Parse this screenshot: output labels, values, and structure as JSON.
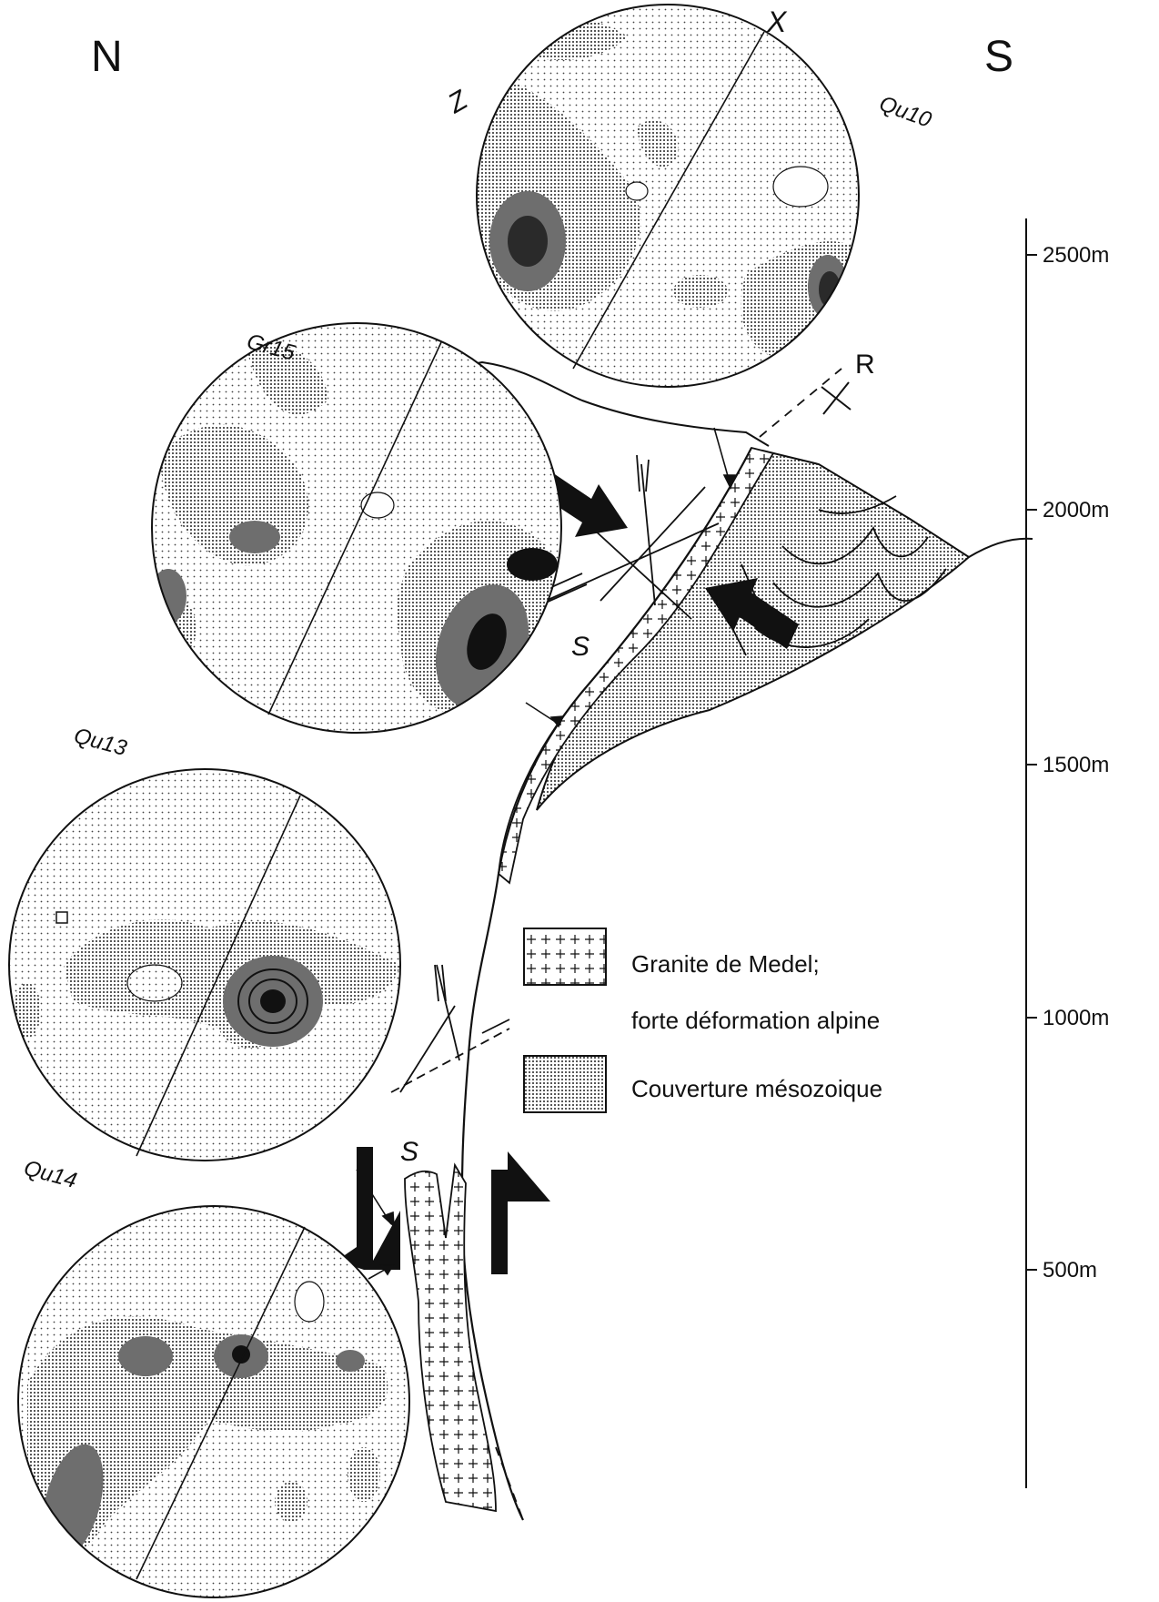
{
  "orientation": {
    "north": "N",
    "south": "S"
  },
  "altitude_scale": {
    "ticks": [
      "2500m",
      "2000m",
      "1500m",
      "1000m",
      "500m"
    ]
  },
  "stereonets": [
    {
      "id": "Qu10",
      "label": "Qu10",
      "axes": [
        "Z",
        "X"
      ]
    },
    {
      "id": "Gr15",
      "label": "Gr15"
    },
    {
      "id": "Qu13",
      "label": "Qu13"
    },
    {
      "id": "Qu14",
      "label": "Qu14"
    }
  ],
  "markers": {
    "R": "R",
    "S_upper": "S",
    "S_lower": "S"
  },
  "legend": {
    "granite_line1": "Granite de Medel;",
    "granite_line2": "forte déformation alpine",
    "cover": "Couverture mésozoique"
  },
  "colors": {
    "ink": "#111111",
    "dark_fill": "#2a2a2a",
    "mid_fill": "#6e6e6e",
    "paper": "#ffffff"
  }
}
